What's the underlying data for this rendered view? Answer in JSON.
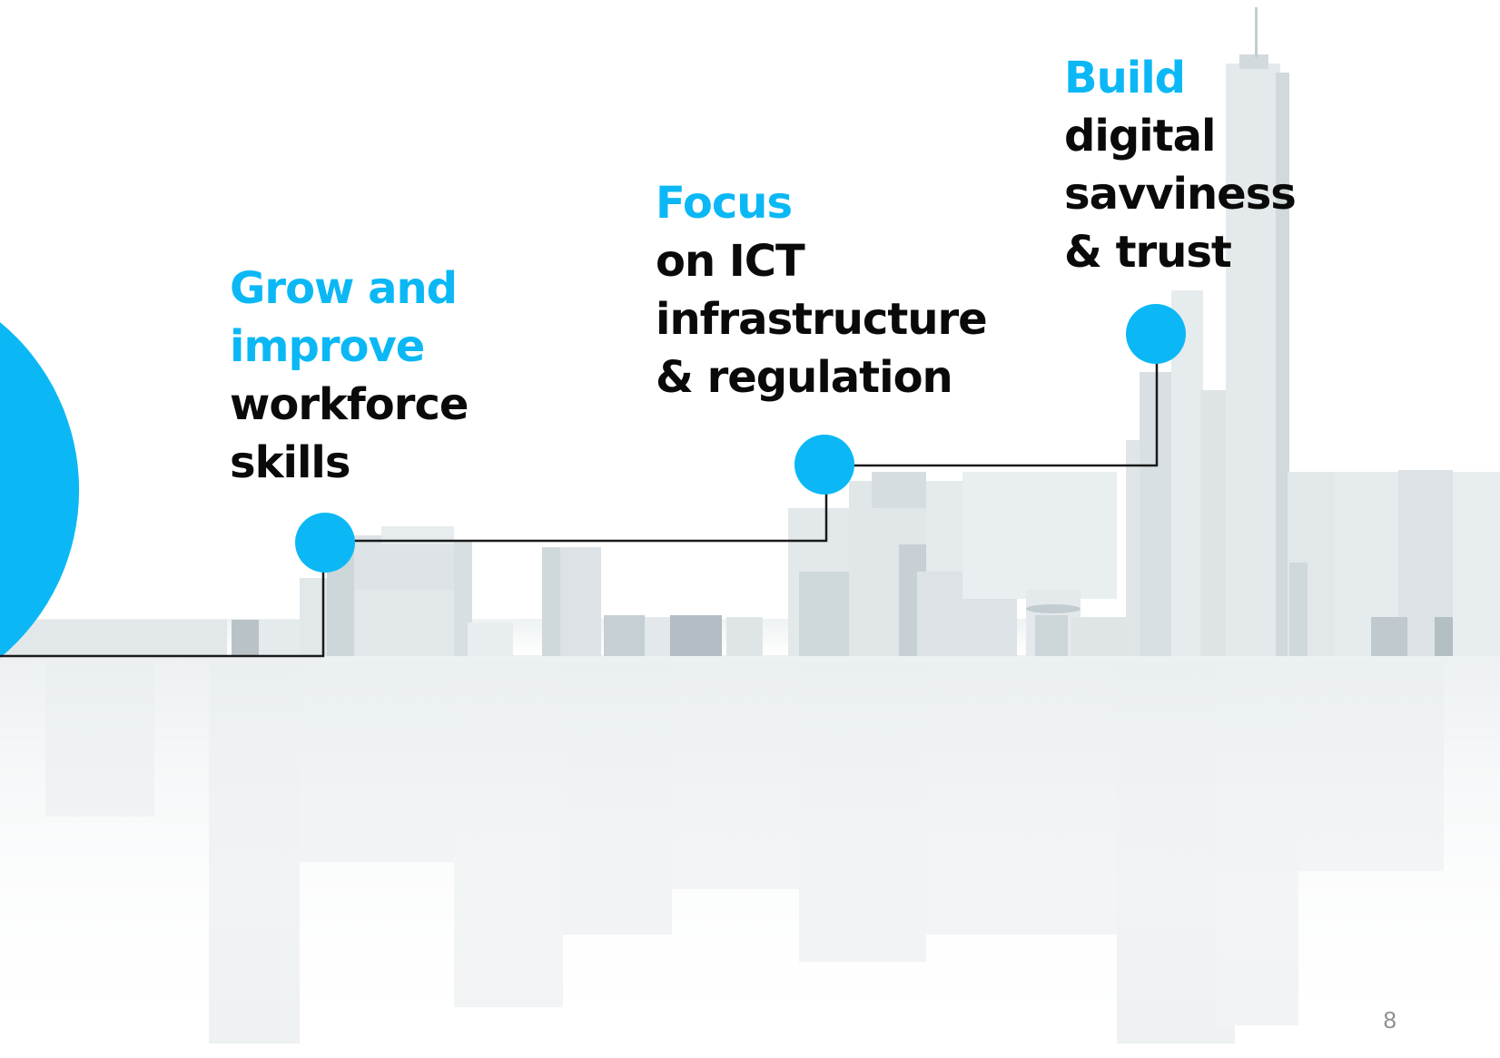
{
  "steps": [
    {
      "highlight": [
        "Grow and",
        "improve"
      ],
      "rest": [
        "workforce",
        "skills"
      ]
    },
    {
      "highlight": [
        "Focus"
      ],
      "rest": [
        "on ICT",
        "infrastructure",
        "& regulation"
      ]
    },
    {
      "highlight": [
        "Build"
      ],
      "rest": [
        "digital",
        "savviness",
        "& trust"
      ]
    }
  ],
  "page_number": "8",
  "colors": {
    "accent": "#0bb8f5",
    "text": "#0a0a0a",
    "connector": "#1a1a1a",
    "skyline": "#dfe4e7"
  }
}
